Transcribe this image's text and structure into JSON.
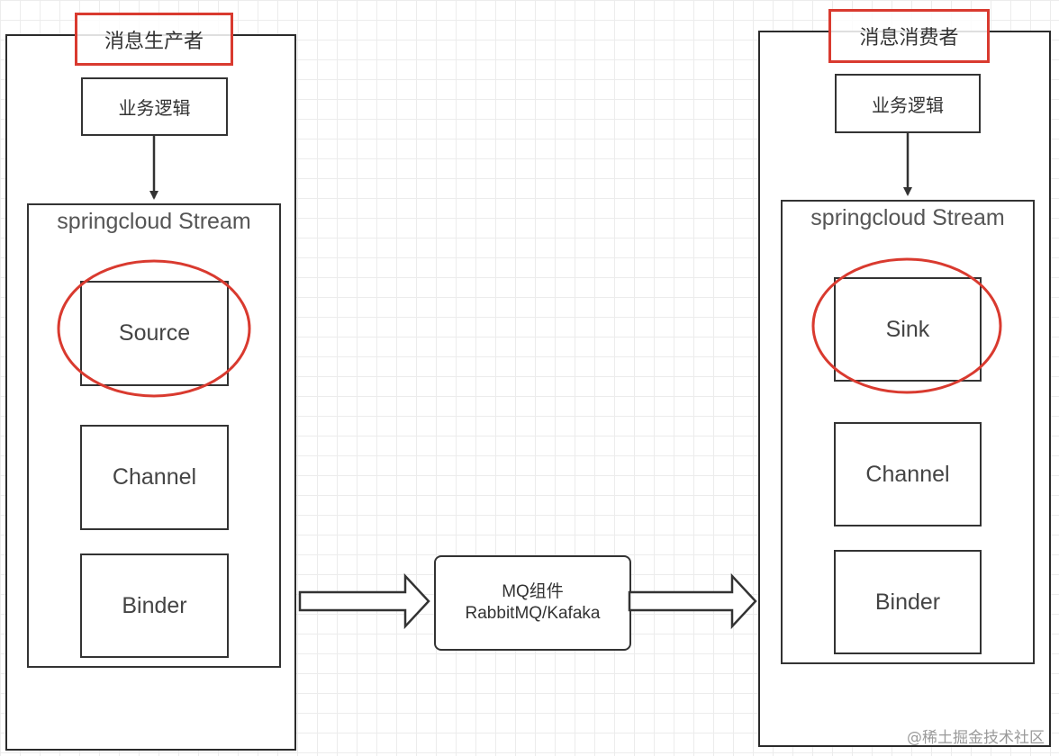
{
  "producer": {
    "title": "消息生产者",
    "business_logic": "业务逻辑",
    "stream_label": "springcloud Stream",
    "components": [
      "Source",
      "Channel",
      "Binder"
    ]
  },
  "consumer": {
    "title": "消息消费者",
    "business_logic": "业务逻辑",
    "stream_label": "springcloud Stream",
    "components": [
      "Sink",
      "Channel",
      "Binder"
    ]
  },
  "middleware": {
    "line1": "MQ组件",
    "line2": "RabbitMQ/Kafaka"
  },
  "watermark": "@稀土掘金技术社区",
  "colors": {
    "highlight": "#d93a2f",
    "stroke": "#333333"
  }
}
